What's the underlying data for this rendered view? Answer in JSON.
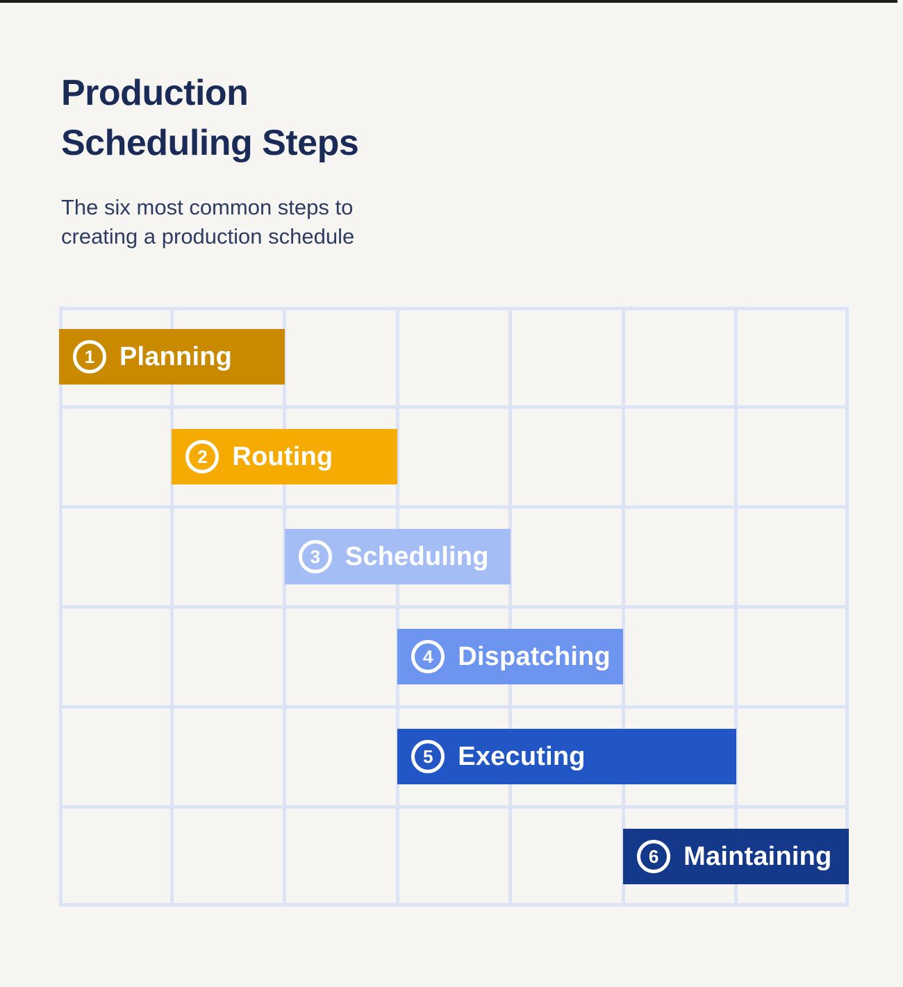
{
  "header": {
    "title_lines": [
      "Production",
      "Scheduling Steps"
    ],
    "subtitle_lines": [
      "The six most common steps to",
      "creating a production schedule"
    ]
  },
  "colors": {
    "background": "#F7F5F2",
    "grid_line": "#DCE3F5",
    "title_text": "#1B2B57",
    "subtitle_text": "#2E3B63",
    "bar_text": "#FFFFFF",
    "top_strip": "#1C1C1A"
  },
  "chart_data": {
    "type": "gantt",
    "title": "Production Scheduling Steps",
    "subtitle": "The six most common steps to creating a production schedule",
    "grid": {
      "columns": 7,
      "rows": 6,
      "line_color": "#DCE3F5",
      "line_thickness_px": 5
    },
    "axes": "none",
    "legend": "none",
    "tasks": [
      {
        "number": "1",
        "label": "Planning",
        "row": 0,
        "col_start": 0,
        "col_end": 2,
        "color": "#C98A00"
      },
      {
        "number": "2",
        "label": "Routing",
        "row": 1,
        "col_start": 1,
        "col_end": 3,
        "color": "#F6AB02"
      },
      {
        "number": "3",
        "label": "Scheduling",
        "row": 2,
        "col_start": 2,
        "col_end": 4,
        "color": "#A4BEF5"
      },
      {
        "number": "4",
        "label": "Dispatching",
        "row": 3,
        "col_start": 3,
        "col_end": 5,
        "color": "#6D94EF"
      },
      {
        "number": "5",
        "label": "Executing",
        "row": 4,
        "col_start": 3,
        "col_end": 6,
        "color": "#2356C5"
      },
      {
        "number": "6",
        "label": "Maintaining",
        "row": 5,
        "col_start": 5,
        "col_end": 7,
        "color": "#14388A"
      }
    ]
  }
}
